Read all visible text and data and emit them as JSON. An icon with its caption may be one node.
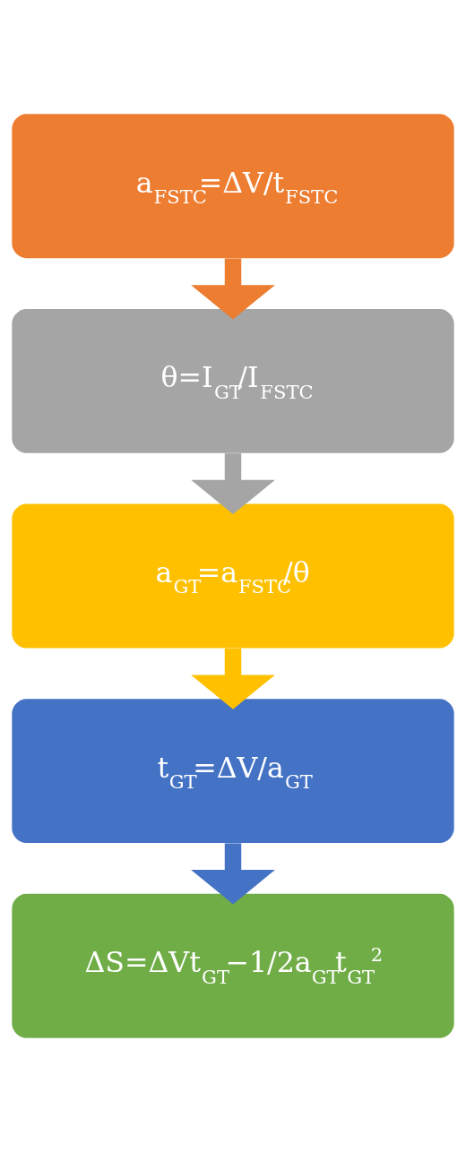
{
  "diagram": {
    "nodes": [
      {
        "text": [
          "a$_{FSTC}$=ΔV/t$_{FSTC}$"
        ]
      },
      {
        "text": [
          "θ=I$_{GT}$/I$_{FSTC}$"
        ]
      },
      {
        "text": [
          "a$_{GT}$=a$_{FSTC}$/θ"
        ]
      },
      {
        "text": [
          "t$_{GT}$=ΔV/a$_{GT}$"
        ]
      },
      {
        "text": [
          "ΔS=ΔVt$_{GT}$−1/2a$_{GT}$t$_{GT}$$^{2}$"
        ]
      }
    ],
    "edges": [
      {
        "from": 0,
        "to": 1,
        "arrow": "to",
        "color": "#ed7d31"
      },
      {
        "from": 1,
        "to": 2,
        "arrow": "to",
        "color": "#a5a5a5"
      },
      {
        "from": 2,
        "to": 3,
        "arrow": "to",
        "color": "#ffc000"
      },
      {
        "from": 3,
        "to": 4,
        "arrow": "to",
        "color": "#4472c4"
      }
    ]
  }
}
